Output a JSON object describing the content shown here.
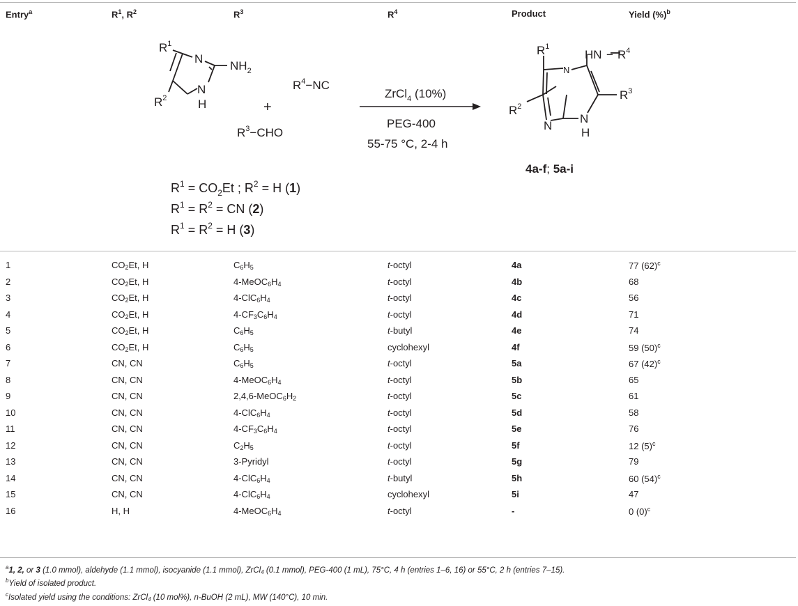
{
  "header": {
    "entry": "Entry",
    "entry_sup": "a",
    "r12": "R",
    "r12_s1": "1",
    "r12_mid": ", R",
    "r12_s2": "2",
    "r3": "R",
    "r3_s": "3",
    "r4": "R",
    "r4_s": "4",
    "product": "Product",
    "yield": "Yield (%)",
    "yield_sup": "b"
  },
  "scheme": {
    "sm_r1": "R",
    "sm_r1_s": "1",
    "sm_n": "N",
    "sm_nh2": "NH",
    "sm_nh2_s": "2",
    "sm_r2": "R",
    "sm_r2_s": "2",
    "sm_nh": "N",
    "sm_h": "H",
    "plus": "+",
    "iso_r": "R",
    "iso_s": "4",
    "iso_nc": "−NC",
    "ald_r": "R",
    "ald_s": "3",
    "ald_cho": "−CHO",
    "cond1": "ZrCl",
    "cond1_s": "4",
    "cond1_t": " (10%)",
    "cond2": "PEG-400",
    "cond3": "55-75 °C, 2-4 h",
    "p_r1": "R",
    "p_r1_s": "1",
    "p_hn": "HN",
    "p_dash": "−",
    "p_r4": "R",
    "p_r4_s": "4",
    "p_r2": "R",
    "p_r2_s": "2",
    "p_r3": "R",
    "p_r3_s": "3",
    "p_n_bridge": "N",
    "p_n_low": "N",
    "p_nh": "N",
    "p_h": "H",
    "p_label_a": "4a-f",
    "p_label_sep": "; ",
    "p_label_b": "5a-i",
    "def1_a": "R",
    "def1_a_s": "1",
    "def1_b": " = CO",
    "def1_b_s": "2",
    "def1_c": "Et ; R",
    "def1_c_s": "2",
    "def1_d": " = H (",
    "def1_e": "1",
    "def1_f": ")",
    "def2_a": "R",
    "def2_a_s": "1",
    "def2_b": " =  R",
    "def2_b_s": "2",
    "def2_c": " = CN (",
    "def2_e": "2",
    "def2_f": ")",
    "def3_a": "R",
    "def3_a_s": "1",
    "def3_b": " =  R",
    "def3_b_s": "2",
    "def3_c": " = H  (",
    "def3_e": "3",
    "def3_f": ")"
  },
  "rows": [
    {
      "entry": "1",
      "r12": [
        [
          "CO"
        ],
        [
          "2",
          "sub"
        ],
        [
          "Et, H"
        ]
      ],
      "r3": [
        [
          "C"
        ],
        [
          "6",
          "sub"
        ],
        [
          "H"
        ],
        [
          "5",
          "sub"
        ]
      ],
      "r4": [
        [
          "t",
          "it"
        ],
        [
          "-octyl"
        ]
      ],
      "product": "4a",
      "yield": [
        [
          "77 (62)"
        ],
        [
          "c",
          "sup"
        ]
      ]
    },
    {
      "entry": "2",
      "r12": [
        [
          "CO"
        ],
        [
          "2",
          "sub"
        ],
        [
          "Et, H"
        ]
      ],
      "r3": [
        [
          "4-MeOC"
        ],
        [
          "6",
          "sub"
        ],
        [
          "H"
        ],
        [
          "4",
          "sub"
        ]
      ],
      "r4": [
        [
          "t",
          "it"
        ],
        [
          "-octyl"
        ]
      ],
      "product": "4b",
      "yield": [
        [
          "68"
        ]
      ]
    },
    {
      "entry": "3",
      "r12": [
        [
          "CO"
        ],
        [
          "2",
          "sub"
        ],
        [
          "Et, H"
        ]
      ],
      "r3": [
        [
          "4-ClC"
        ],
        [
          "6",
          "sub"
        ],
        [
          "H"
        ],
        [
          "4",
          "sub"
        ]
      ],
      "r4": [
        [
          "t",
          "it"
        ],
        [
          "-octyl"
        ]
      ],
      "product": "4c",
      "yield": [
        [
          "56"
        ]
      ]
    },
    {
      "entry": "4",
      "r12": [
        [
          "CO"
        ],
        [
          "2",
          "sub"
        ],
        [
          "Et, H"
        ]
      ],
      "r3": [
        [
          "4-CF"
        ],
        [
          "3",
          "sub"
        ],
        [
          "C"
        ],
        [
          "6",
          "sub"
        ],
        [
          "H"
        ],
        [
          "4",
          "sub"
        ]
      ],
      "r4": [
        [
          "t",
          "it"
        ],
        [
          "-octyl"
        ]
      ],
      "product": "4d",
      "yield": [
        [
          "71"
        ]
      ]
    },
    {
      "entry": "5",
      "r12": [
        [
          "CO"
        ],
        [
          "2",
          "sub"
        ],
        [
          "Et, H"
        ]
      ],
      "r3": [
        [
          "C"
        ],
        [
          "6",
          "sub"
        ],
        [
          "H"
        ],
        [
          "5",
          "sub"
        ]
      ],
      "r4": [
        [
          "t",
          "it"
        ],
        [
          "-butyl"
        ]
      ],
      "product": "4e",
      "yield": [
        [
          "74"
        ]
      ]
    },
    {
      "entry": "6",
      "r12": [
        [
          "CO"
        ],
        [
          "2",
          "sub"
        ],
        [
          "Et, H"
        ]
      ],
      "r3": [
        [
          "C"
        ],
        [
          "6",
          "sub"
        ],
        [
          "H"
        ],
        [
          "5",
          "sub"
        ]
      ],
      "r4": [
        [
          "cyclohexyl"
        ]
      ],
      "product": "4f",
      "yield": [
        [
          "59 (50)"
        ],
        [
          "c",
          "sup"
        ]
      ]
    },
    {
      "entry": "7",
      "r12": [
        [
          "CN, CN"
        ]
      ],
      "r3": [
        [
          "C"
        ],
        [
          "6",
          "sub"
        ],
        [
          "H"
        ],
        [
          "5",
          "sub"
        ]
      ],
      "r4": [
        [
          "t",
          "it"
        ],
        [
          "-octyl"
        ]
      ],
      "product": "5a",
      "yield": [
        [
          "67 (42)"
        ],
        [
          "c",
          "sup"
        ]
      ]
    },
    {
      "entry": "8",
      "r12": [
        [
          "CN, CN"
        ]
      ],
      "r3": [
        [
          "4-MeOC"
        ],
        [
          "6",
          "sub"
        ],
        [
          "H"
        ],
        [
          "4",
          "sub"
        ]
      ],
      "r4": [
        [
          "t",
          "it"
        ],
        [
          "-octyl"
        ]
      ],
      "product": "5b",
      "yield": [
        [
          "65"
        ]
      ]
    },
    {
      "entry": "9",
      "r12": [
        [
          "CN, CN"
        ]
      ],
      "r3": [
        [
          "2,4,6-MeOC"
        ],
        [
          "6",
          "sub"
        ],
        [
          "H"
        ],
        [
          "2",
          "sub"
        ]
      ],
      "r4": [
        [
          "t",
          "it"
        ],
        [
          "-octyl"
        ]
      ],
      "product": "5c",
      "yield": [
        [
          "61"
        ]
      ]
    },
    {
      "entry": "10",
      "r12": [
        [
          "CN, CN"
        ]
      ],
      "r3": [
        [
          "4-ClC"
        ],
        [
          "6",
          "sub"
        ],
        [
          "H"
        ],
        [
          "4",
          "sub"
        ]
      ],
      "r4": [
        [
          "t",
          "it"
        ],
        [
          "-octyl"
        ]
      ],
      "product": "5d",
      "yield": [
        [
          "58"
        ]
      ]
    },
    {
      "entry": "11",
      "r12": [
        [
          "CN, CN"
        ]
      ],
      "r3": [
        [
          "4-CF"
        ],
        [
          "3",
          "sub"
        ],
        [
          "C"
        ],
        [
          "6",
          "sub"
        ],
        [
          "H"
        ],
        [
          "4",
          "sub"
        ]
      ],
      "r4": [
        [
          "t",
          "it"
        ],
        [
          "-octyl"
        ]
      ],
      "product": "5e",
      "yield": [
        [
          "76"
        ]
      ]
    },
    {
      "entry": "12",
      "r12": [
        [
          "CN, CN"
        ]
      ],
      "r3": [
        [
          "C"
        ],
        [
          "2",
          "sub"
        ],
        [
          "H"
        ],
        [
          "5",
          "sub"
        ]
      ],
      "r4": [
        [
          "t",
          "it"
        ],
        [
          "-octyl"
        ]
      ],
      "product": "5f",
      "yield": [
        [
          "12 (5)"
        ],
        [
          "c",
          "sup"
        ]
      ]
    },
    {
      "entry": "13",
      "r12": [
        [
          "CN, CN"
        ]
      ],
      "r3": [
        [
          "3-Pyridyl"
        ]
      ],
      "r4": [
        [
          "t",
          "it"
        ],
        [
          "-octyl"
        ]
      ],
      "product": "5g",
      "yield": [
        [
          "79"
        ]
      ]
    },
    {
      "entry": "14",
      "r12": [
        [
          "CN, CN"
        ]
      ],
      "r3": [
        [
          "4-ClC"
        ],
        [
          "6",
          "sub"
        ],
        [
          "H"
        ],
        [
          "4",
          "sub"
        ]
      ],
      "r4": [
        [
          "t",
          "it"
        ],
        [
          "-butyl"
        ]
      ],
      "product": "5h",
      "yield": [
        [
          "60 (54)"
        ],
        [
          "c",
          "sup"
        ]
      ]
    },
    {
      "entry": "15",
      "r12": [
        [
          "CN, CN"
        ]
      ],
      "r3": [
        [
          "4-ClC"
        ],
        [
          "6",
          "sub"
        ],
        [
          "H"
        ],
        [
          "4",
          "sub"
        ]
      ],
      "r4": [
        [
          "cyclohexyl"
        ]
      ],
      "product": "5i",
      "yield": [
        [
          "47"
        ]
      ]
    },
    {
      "entry": "16",
      "r12": [
        [
          "H, H"
        ]
      ],
      "r3": [
        [
          "4-MeOC"
        ],
        [
          "6",
          "sub"
        ],
        [
          "H"
        ],
        [
          "4",
          "sub"
        ]
      ],
      "r4": [
        [
          "t",
          "it"
        ],
        [
          "-octyl"
        ]
      ],
      "product": "-",
      "yield": [
        [
          "0 (0)"
        ],
        [
          "c",
          "sup"
        ]
      ]
    }
  ],
  "footnotes": {
    "a_mark": "a",
    "a_bold": "1, 2,",
    "a_t1": " or ",
    "a_bold2": "3",
    "a_t2": " (1.0 mmol), aldehyde (1.1 mmol), isocyanide (1.1 mmol), ZrCl",
    "a_sub": "4",
    "a_t3": " (0.1 mmol), PEG-400 (1 mL), 75°C, 4 h (entries 1–6, 16) or 55°C, 2 h (entries 7–15).",
    "b_mark": "b",
    "b_text": "Yield of isolated product.",
    "c_mark": "c",
    "c_t1": "Isolated yield using the conditions: ZrCl",
    "c_sub": "4",
    "c_t2": " (10 mol%), n-BuOH (2 mL), MW (140°C), 10 min."
  }
}
